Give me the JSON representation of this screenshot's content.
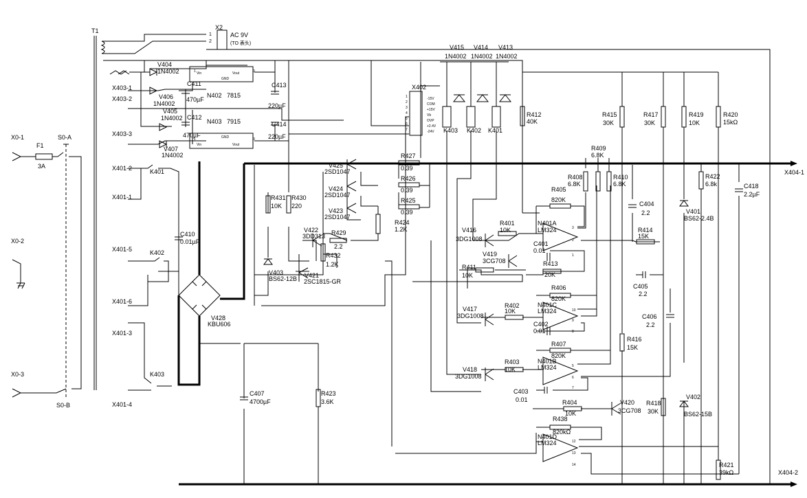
{
  "connectors": {
    "x0_1": "X0-1",
    "x0_2": "X0-2",
    "x0_3": "X0-3",
    "s0a": "S0-A",
    "s0b": "S0-B",
    "x404_1": "X404-1",
    "x404_2": "X404-2",
    "x403_1": "X403-1",
    "x403_2": "X403-2",
    "x403_3": "X403-3",
    "x401_1": "X401-1",
    "x401_2": "X401-2",
    "x401_3": "X401-3",
    "x401_4": "X401-4",
    "x401_5": "X401-5",
    "x401_6": "X401-6",
    "x2": "X2",
    "x2_label": "AC 9V",
    "x2_note": "(TO 表头)",
    "x2_pin1": "1",
    "x2_pin2": "2"
  },
  "transformer": {
    "name": "T1"
  },
  "fuse": {
    "name": "F1",
    "rating": "3A"
  },
  "diodes": {
    "v404": "V404",
    "v404_type": "1N4002",
    "v406": "V406",
    "v406_type": "1N4002",
    "v405": "V405",
    "v405_type": "1N4002",
    "v407": "V407",
    "v407_type": "1N4002",
    "v415": "V415",
    "v414": "V414",
    "v413": "V413",
    "v415_type": "1N4002",
    "v414_type": "1N4002",
    "v413_type": "1N4002",
    "v403": "V403",
    "v403_type": "BS62-12B",
    "v401": "V401",
    "v401_type": "BS62-2.4B",
    "v402": "V402",
    "v402_type": "BS62-15B"
  },
  "regulators": {
    "n402": "N402",
    "n402_type": "7815",
    "n403": "N403",
    "n403_type": "7915",
    "vin": "Vin",
    "vout": "Vout",
    "gnd": "GND",
    "pin1": "1",
    "pin3": "3"
  },
  "x402": {
    "name": "X402",
    "pins": [
      "1",
      "2",
      "3",
      "4",
      "5",
      "6",
      "7"
    ],
    "labels": [
      "-15V",
      "COM",
      "+15V",
      "Vb",
      "OVP",
      "+2.4V",
      "-24V"
    ]
  },
  "relays": {
    "k401": "K401",
    "k402": "K402",
    "k403": "K403"
  },
  "caps": {
    "c411": "C411",
    "c411_v": "470µF",
    "c412": "C412",
    "c412_v": "470µF",
    "c413": "C413",
    "c413_v": "220µF",
    "c414": "C414",
    "c414_v": "220µF",
    "c410": "C410",
    "c410_v": "0.01µF",
    "c407": "C407",
    "c407_v": "4700µF",
    "c418": "C418",
    "c418_v": "2.2µF",
    "c404": "C404",
    "c404_v": "2.2",
    "c405": "C405",
    "c405_v": "2.2",
    "c406": "C406",
    "c406_v": "2.2",
    "c401": "C401",
    "c401_v": "0.01",
    "c402": "C402",
    "c402_v": "0.01",
    "c403": "C403",
    "c403_v": "0.01"
  },
  "resistors": {
    "r427": "R427",
    "r427_v": "0.39",
    "r426": "R426",
    "r426_v": "0.39",
    "r425": "R425",
    "r425_v": "0.39",
    "r424": "R424",
    "r424_v": "1.2K",
    "r431": "R431",
    "r431_v": "10K",
    "r430": "R430",
    "r430_v": "220",
    "r429": "R429",
    "r429_v": "2.2",
    "r432": "R432",
    "r432_v": "1.2K",
    "r423": "R423",
    "r423_v": "3.6K",
    "r412": "R412",
    "r412_v": "40K",
    "r415": "R415",
    "r415_v": "30K",
    "r417": "R417",
    "r417_v": "30K",
    "r419": "R419",
    "r419_v": "10K",
    "r420": "R420",
    "r420_v": "15kΩ",
    "r409": "R409",
    "r409_v": "6.8K",
    "r408": "R408",
    "r408_v": "6.8K",
    "r410": "R410",
    "r410_v": "6.8K",
    "r422": "R422",
    "r422_v": "6.8k",
    "r405": "R405",
    "r405_v": "820K",
    "r401": "R401",
    "r401_v": "10K",
    "r411": "R411",
    "r411_v": "10K",
    "r413": "R413",
    "r413_v": "20K",
    "r414": "R414",
    "r414_v": "15K",
    "r406": "R406",
    "r406_v": "820K",
    "r402": "R402",
    "r402_v": "10K",
    "r407": "R407",
    "r407_v": "820K",
    "r403": "R403",
    "r403_v": "10K",
    "r416": "R416",
    "r416_v": "15K",
    "r418": "R418",
    "r418_v": "30K",
    "r404": "R404",
    "r404_v": "10K",
    "r438": "R438",
    "r438_v": "820kΩ",
    "r421": "R421",
    "r421_v": "39kΩ"
  },
  "transistors": {
    "v425": "V425",
    "v425_t": "2SD1047",
    "v424": "V424",
    "v424_t": "2SD1047",
    "v423": "V423",
    "v423_t": "2SD1047",
    "v422": "V422",
    "v422_t": "3DD313",
    "v421": "V421",
    "v421_t": "2SC1815-GR",
    "v416": "V416",
    "v416_t": "3DG1008",
    "v419": "V419",
    "v419_t": "3CG708",
    "v417": "V417",
    "v417_t": "3DG1008",
    "v418": "V418",
    "v418_t": "3DG1008",
    "v420": "V420",
    "v420_t": "3CG708"
  },
  "bridge": {
    "name": "V428",
    "type": "KBU606"
  },
  "opamps": {
    "a": "N401A",
    "b": "N401B",
    "c": "N401C",
    "d": "N401D",
    "ic": "LM324",
    "pins_a": [
      "3",
      "2",
      "1"
    ],
    "pins_c": [
      "10",
      "9",
      "8"
    ],
    "pins_b": [
      "5",
      "6",
      "7"
    ],
    "pins_d": [
      "12",
      "13",
      "14"
    ]
  }
}
